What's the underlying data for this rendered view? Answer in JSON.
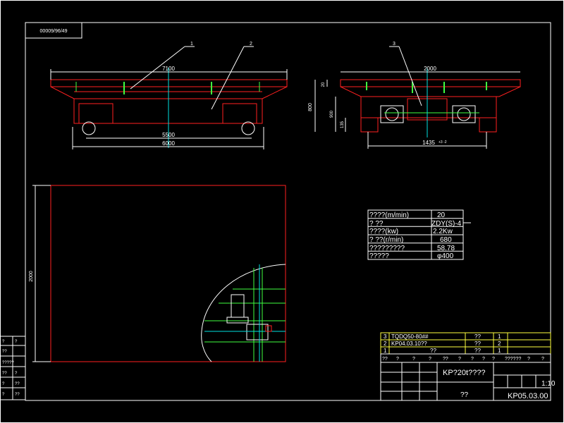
{
  "drawing": {
    "file_code": "00009/96/49",
    "title": "KP?20t????",
    "drawing_number": "KP05.03.00",
    "scale": "1:10",
    "maker_label": "??",
    "left_strip": [
      "?",
      "?",
      "??",
      "?????",
      "??",
      "?",
      "?",
      "??",
      "?",
      "??"
    ]
  },
  "front_view": {
    "dim_top": "7100",
    "dim_inner": "5500",
    "dim_outer": "6000",
    "callouts": [
      "1",
      "2"
    ]
  },
  "side_view": {
    "dim_top": "2000",
    "dim_left_outer": "800",
    "dim_left_mid": "900",
    "dim_left_small": "20",
    "dim_left_low": "135",
    "dim_bottom": "1435",
    "dim_bottom_suffix": "+3\n-2",
    "callout": "3"
  },
  "plan_view": {
    "dim_side": "2000"
  },
  "spec_table": {
    "rows": [
      {
        "label": "????(m/min)",
        "value": "20"
      },
      {
        "label": "?      ??",
        "value": "ZDY(S)-4"
      },
      {
        "label": "????(kw)",
        "value": "2.2Kw"
      },
      {
        "label": "?      ??(r/min)",
        "value": "680"
      },
      {
        "label": "?????????",
        "value": "58.78"
      },
      {
        "label": "?????",
        "value": "φ400"
      }
    ]
  },
  "parts_list": {
    "rows": [
      {
        "no": "3",
        "code": "TQDQ50-80##",
        "qty_label": "??",
        "qty": "1"
      },
      {
        "no": "2",
        "code": "KP04.03.10??",
        "qty_label": "??",
        "qty": "2"
      },
      {
        "no": "1",
        "code": "??",
        "qty_label": "??",
        "qty": "1"
      }
    ],
    "header": [
      "??",
      "?",
      "?",
      "?",
      "??",
      "?",
      "?",
      "?",
      "?",
      "??????",
      "?",
      "?"
    ]
  },
  "colors": {
    "outline": "#ff2020",
    "frame": "#ffffff",
    "center": "#00e0e0",
    "accent": "#40ff40",
    "note": "#ffff40"
  }
}
